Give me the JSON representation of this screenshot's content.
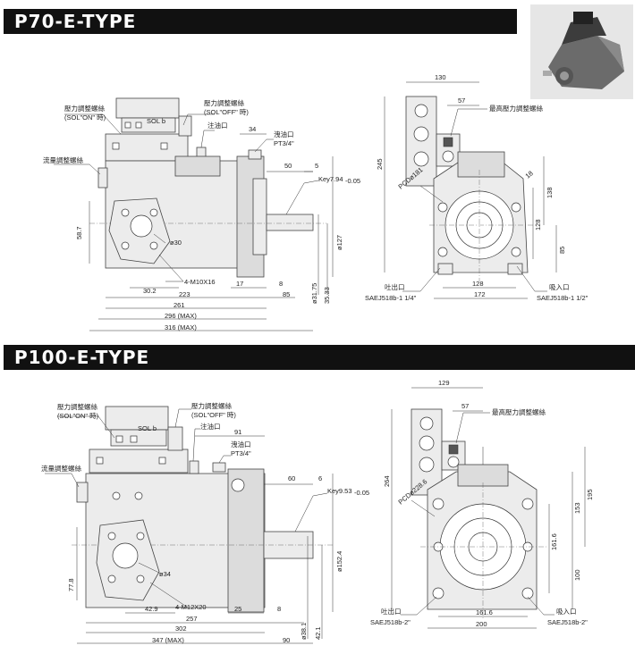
{
  "sections": {
    "p70": {
      "title": "P70-E-TYPE",
      "labels": {
        "pressure_on": "壓力調整螺絲",
        "sol_on": "(SOL\"ON\" 時)",
        "pressure_off": "壓力調整螺絲",
        "sol_off": "(SOL\"OFF\" 時)",
        "oil_fill": "注油口",
        "flow_adjust": "流量調整螺絲",
        "drain": "洩油口",
        "drain_size": "PT3/4\"",
        "max_pressure": "最高壓力調整螺絲",
        "suction": "吸入口",
        "suction_spec": "SAEJ518b-1 1/2\"",
        "discharge": "吐出口",
        "discharge_spec": "SAEJ518b-1 1/4\"",
        "pcd": "PCDø181",
        "key": "Key7.94",
        "key_tol": "-0.05",
        "sol_b": "SOL b"
      },
      "dims": {
        "d34": "34",
        "d50": "50",
        "d5": "5",
        "d58_7": "58.7",
        "d30": "ø30",
        "d4m": "4-M10X16",
        "d30_2": "30.2",
        "d17": "17",
        "d8": "8",
        "d223": "223",
        "d85": "85",
        "d261": "261",
        "d296": "296 (MAX)",
        "d316": "316 (MAX)",
        "d127": "ø127",
        "d31_75": "ø31.75",
        "d35_33": "35.33",
        "d130": "130",
        "d57": "57",
        "d245": "245",
        "d18": "18",
        "d138": "138",
        "d128v": "128",
        "d85v": "85",
        "d128h": "128",
        "d172": "172"
      }
    },
    "p100": {
      "title": "P100-E-TYPE",
      "labels": {
        "pressure_on": "壓力調整螺絲",
        "sol_on": "(SOL\"ON\" 時)",
        "pressure_off": "壓力調整螺絲",
        "sol_off": "(SOL\"OFF\" 時)",
        "oil_fill": "注油口",
        "flow_adjust": "流量調整螺絲",
        "drain": "洩油口",
        "drain_size": "PT3/4\"",
        "max_pressure": "最高壓力調整螺絲",
        "suction": "吸入口",
        "suction_spec": "SAEJ518b-2\"",
        "discharge": "吐出口",
        "discharge_spec": "SAEJ518b-2\"",
        "pcd": "PCDø228.6",
        "key": "Key9.53",
        "key_tol": "-0.05",
        "sol_b": "SOL b"
      },
      "dims": {
        "d91": "91",
        "d60": "60",
        "d6": "6",
        "d77_8": "77.8",
        "d34": "ø34",
        "d4m": "4-M12X20",
        "d42_9": "42.9",
        "d25": "25",
        "d8": "8",
        "d257": "257",
        "d302": "302",
        "d347": "347 (MAX)",
        "d90": "90",
        "d152": "ø152.4",
        "d38_1": "ø38.1",
        "d42_1": "42.1",
        "d129": "129",
        "d57": "57",
        "d264": "264",
        "d195": "195",
        "d153": "153",
        "d161v": "161.6",
        "d100": "100",
        "d161h": "161.6",
        "d200": "200"
      }
    }
  }
}
